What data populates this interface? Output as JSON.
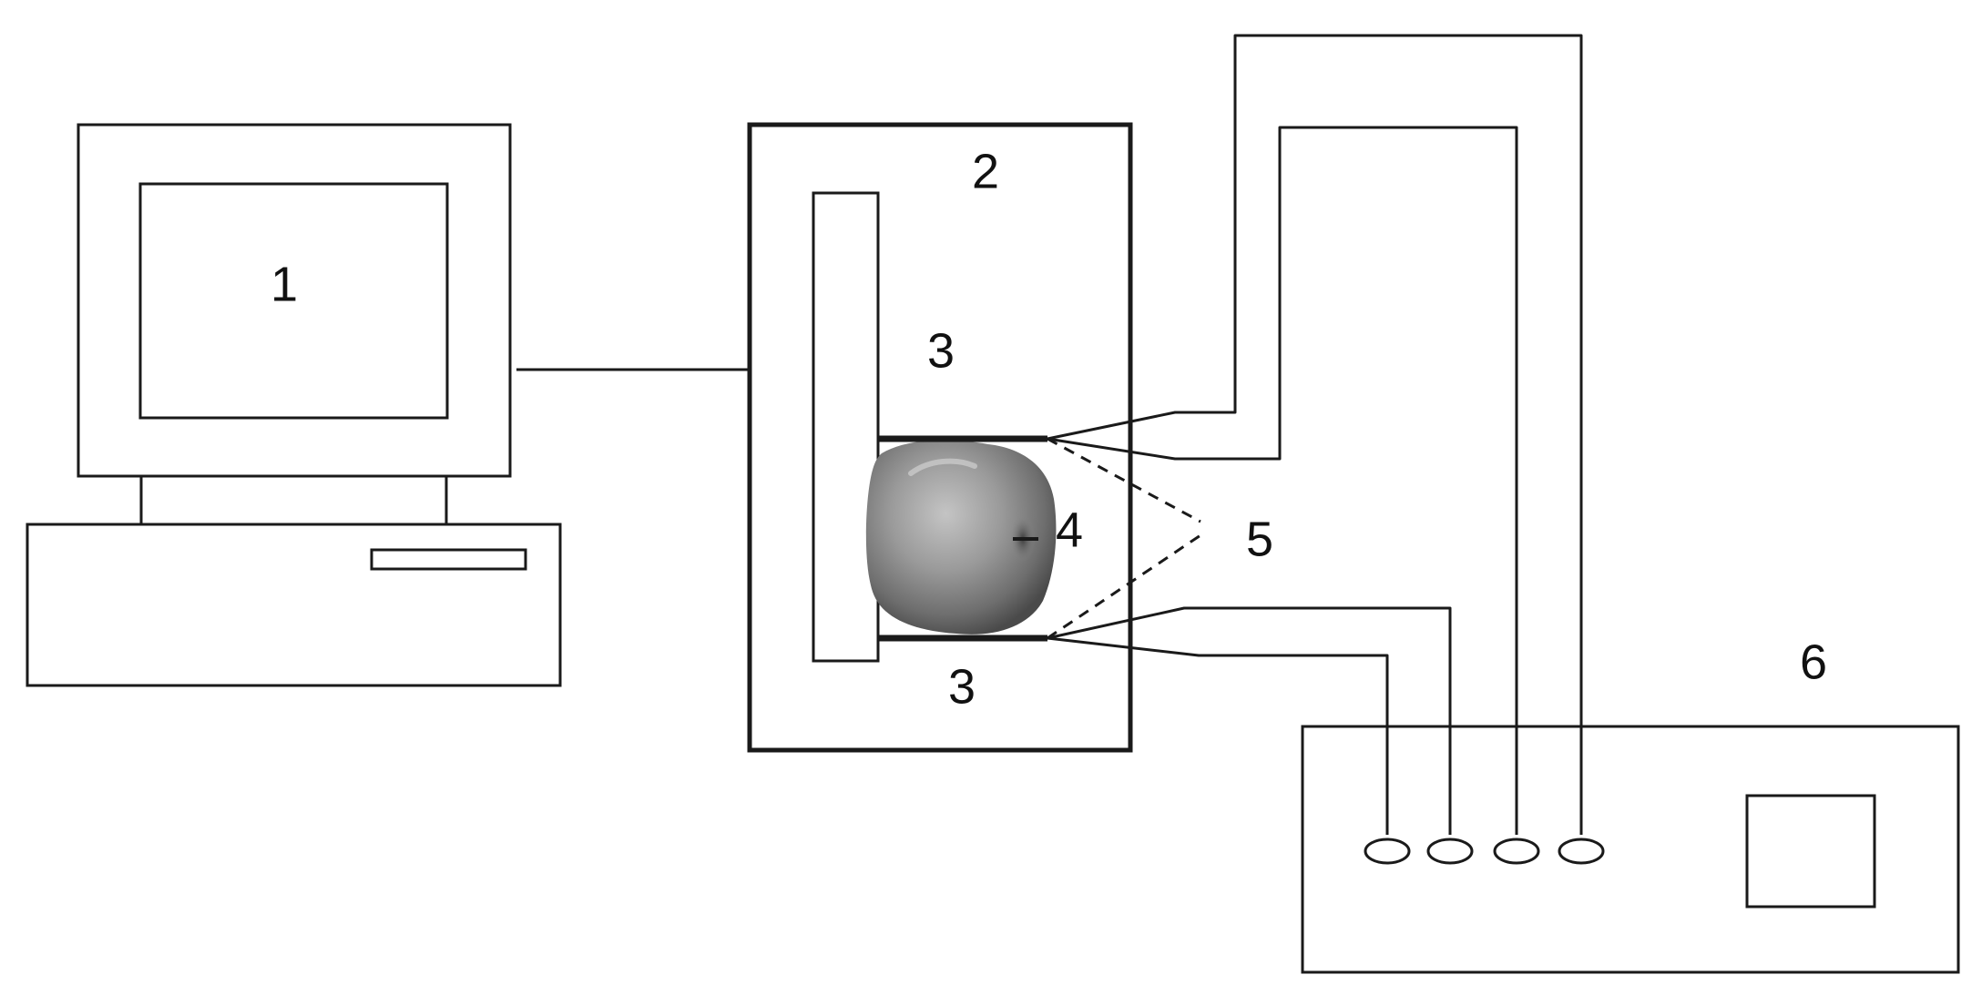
{
  "labels": {
    "computer": "1",
    "chamber": "2",
    "plate_top": "3",
    "plate_bottom": "3",
    "sample": "4",
    "electrodes": "5",
    "analyzer": "6"
  },
  "colors": {
    "line": "#1a1a1a",
    "background": "#ffffff",
    "apple_light": "#b8b8b8",
    "apple_dark": "#5a5a5a"
  }
}
